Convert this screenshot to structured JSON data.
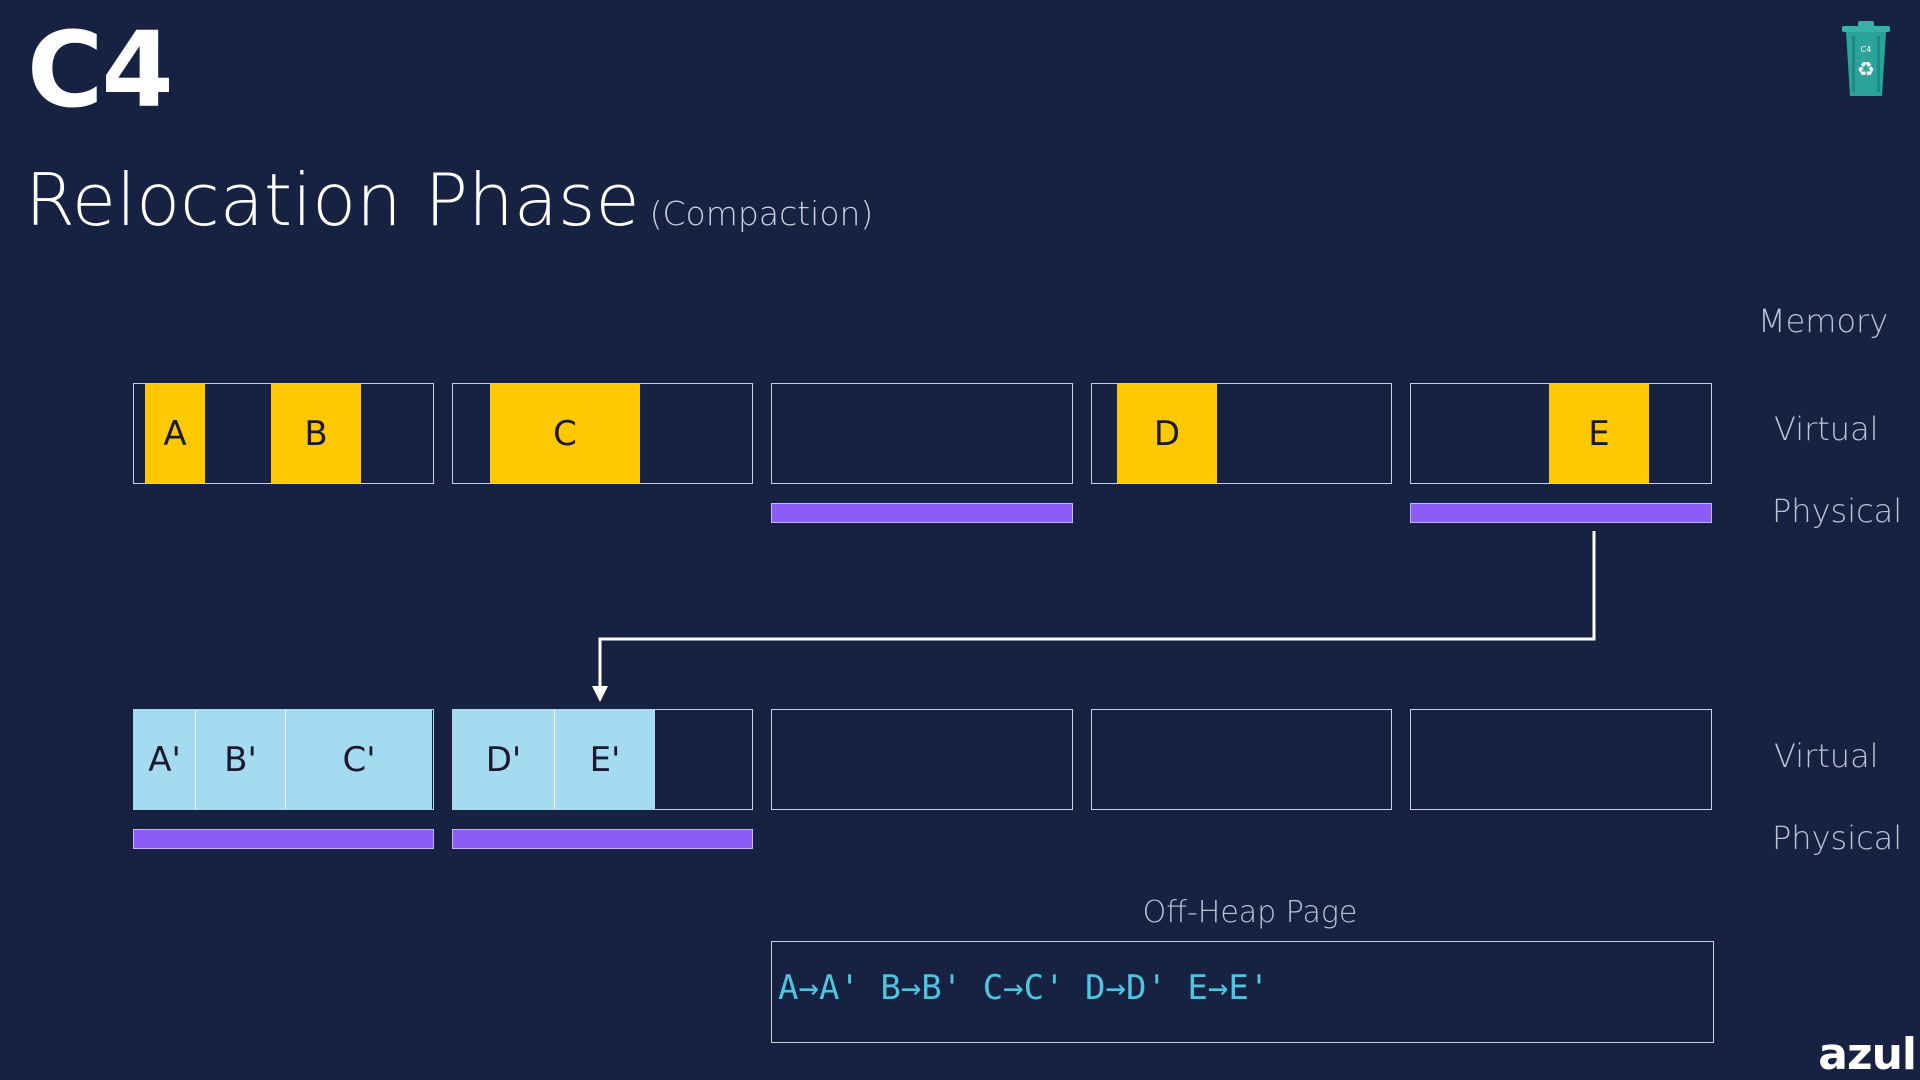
{
  "logo": {
    "text": "C4"
  },
  "title": {
    "main": "Relocation Phase",
    "sub": "(Compaction)"
  },
  "labels": {
    "memory": "Memory",
    "virtual_top": "Virtual",
    "physical_top": "Physical",
    "virtual_bottom": "Virtual",
    "physical_bottom": "Physical"
  },
  "top_objects": {
    "a": "A",
    "b": "B",
    "c": "C",
    "d": "D",
    "e": "E"
  },
  "bottom_objects": {
    "a": "A'",
    "b": "B'",
    "c": "C'",
    "d": "D'",
    "e": "E'"
  },
  "offheap": {
    "label": "Off-Heap Page",
    "mapping": "A→A' B→B' C→C' D→D' E→E'"
  },
  "brand": {
    "text": "azul"
  },
  "colors": {
    "background": "#172242",
    "old_object": "#ffc800",
    "new_object": "#a5dbf0",
    "physical": "#8b5cf6",
    "mapping_text": "#4fc3e0"
  }
}
